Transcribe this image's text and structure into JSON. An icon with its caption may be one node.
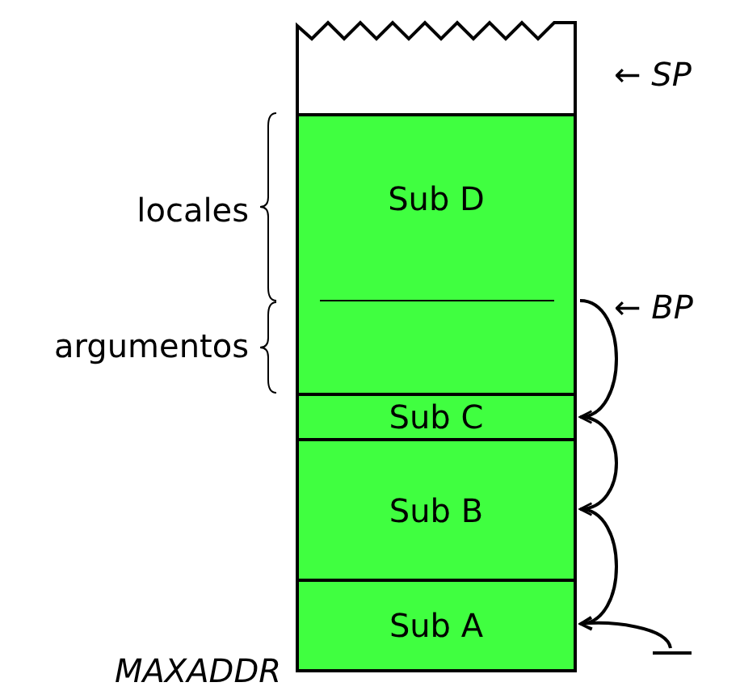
{
  "diagram": {
    "nodes": [
      {
        "text": [],
        "shape": "box"
      },
      {
        "text": [
          "Sub D"
        ]
      },
      {
        "text": [
          "Sub C"
        ]
      },
      {
        "text": [
          "Sub B"
        ]
      },
      {
        "text": [
          "Sub A"
        ]
      },
      {
        "text": [],
        "shape": "bar"
      }
    ],
    "edges": [
      {
        "from": 1,
        "to": 2,
        "arrow": "to"
      },
      {
        "from": 2,
        "to": 3,
        "arrow": "to"
      },
      {
        "from": 3,
        "to": 4,
        "arrow": "to"
      },
      {
        "from": 5,
        "to": 4,
        "arrow": "to"
      }
    ],
    "labels": [
      "← *SP*",
      "← *BP*",
      "*MAXADDR*",
      "locales",
      "argumentos"
    ]
  }
}
